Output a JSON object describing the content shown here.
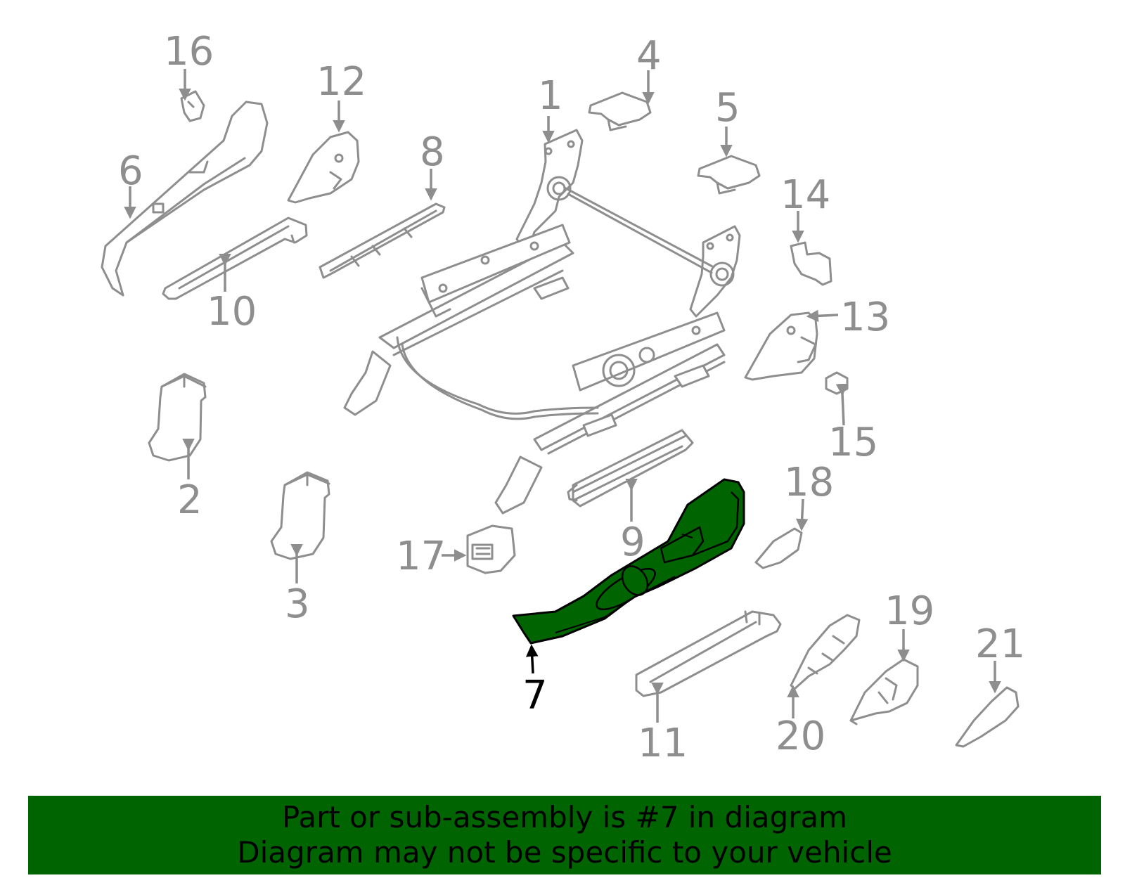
{
  "colors": {
    "highlight": "#006400",
    "line": "#8e8e8e",
    "banner": "#006400",
    "text_active": "#000000"
  },
  "highlighted_part": "7",
  "callouts": [
    "1",
    "2",
    "3",
    "4",
    "5",
    "6",
    "7",
    "8",
    "9",
    "10",
    "11",
    "12",
    "13",
    "14",
    "15",
    "16",
    "17",
    "18",
    "19",
    "20",
    "21"
  ],
  "banner": {
    "line1": "Part or sub-assembly is #7 in diagram",
    "line2": "Diagram may not be specific to your vehicle"
  }
}
